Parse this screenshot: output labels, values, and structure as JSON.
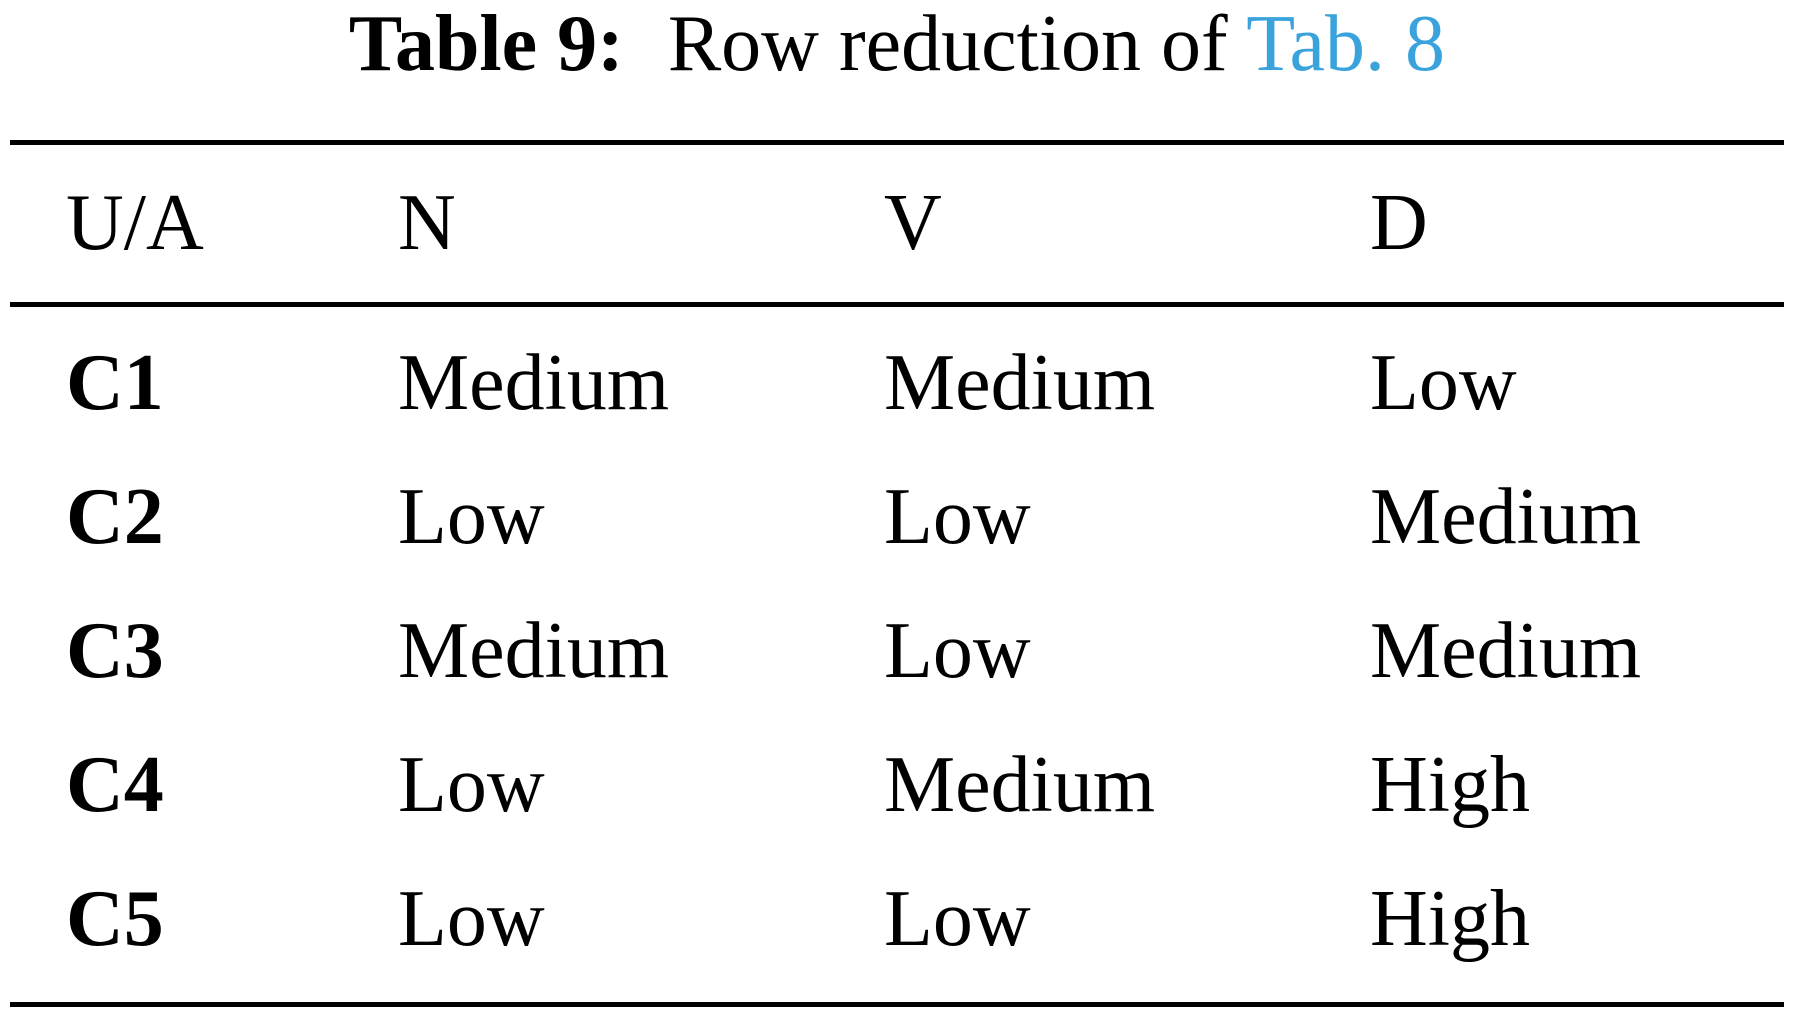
{
  "caption": {
    "label": "Table 9:",
    "text": "Row reduction of",
    "link": "Tab. 8",
    "link_color": "#3aa3dc"
  },
  "table": {
    "headers": [
      "U/A",
      "N",
      "V",
      "D"
    ],
    "rows": [
      [
        "C1",
        "Medium",
        "Medium",
        "Low"
      ],
      [
        "C2",
        "Low",
        "Low",
        "Medium"
      ],
      [
        "C3",
        "Medium",
        "Low",
        "Medium"
      ],
      [
        "C4",
        "Low",
        "Medium",
        "High"
      ],
      [
        "C5",
        "Low",
        "Low",
        "High"
      ]
    ]
  }
}
